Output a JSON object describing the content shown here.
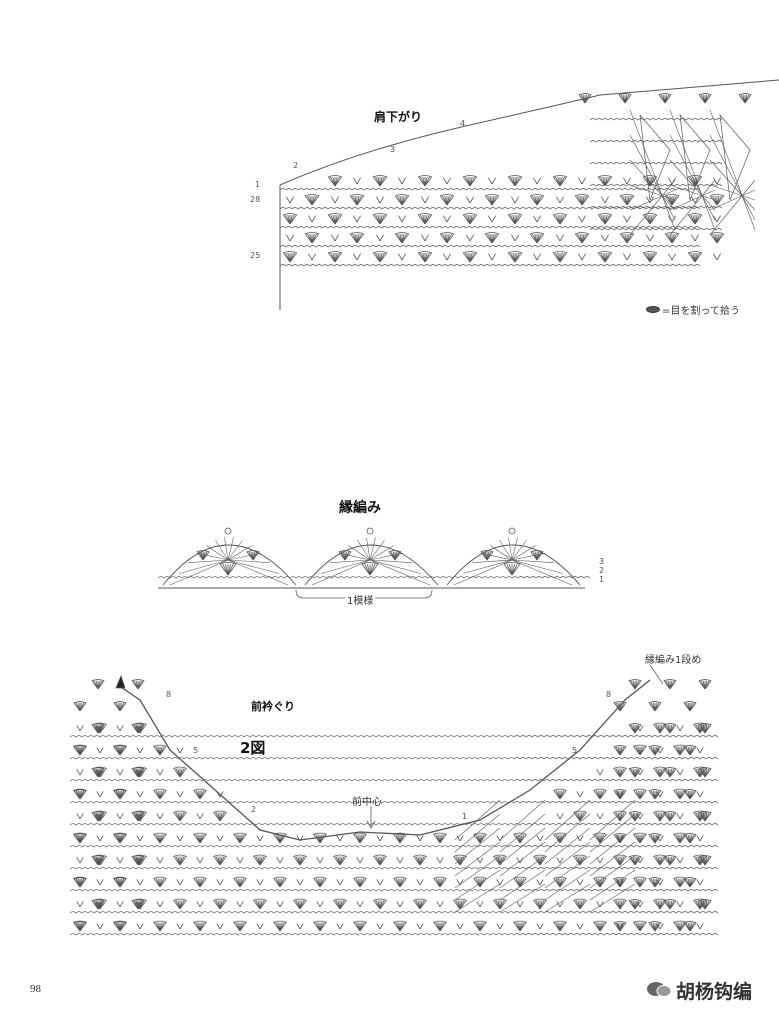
{
  "chart1": {
    "title": "肩下がり",
    "row_numbers": [
      "1",
      "28",
      "25",
      "2",
      "3",
      "4"
    ],
    "legend": "=目を割って拾う"
  },
  "chart2": {
    "title": "縁編み",
    "row_numbers": [
      "3",
      "2",
      "1"
    ],
    "repeat_label": "1模様"
  },
  "chart3": {
    "title": "前衿ぐり",
    "figure": "2図",
    "center_label": "前中心",
    "edge_label": "縁編み1段め",
    "row_numbers_left": [
      "8",
      "5",
      "2"
    ],
    "row_numbers_right": [
      "8",
      "5",
      "1"
    ]
  },
  "footer": {
    "page_number": "98",
    "watermark": "胡杨钩编"
  }
}
